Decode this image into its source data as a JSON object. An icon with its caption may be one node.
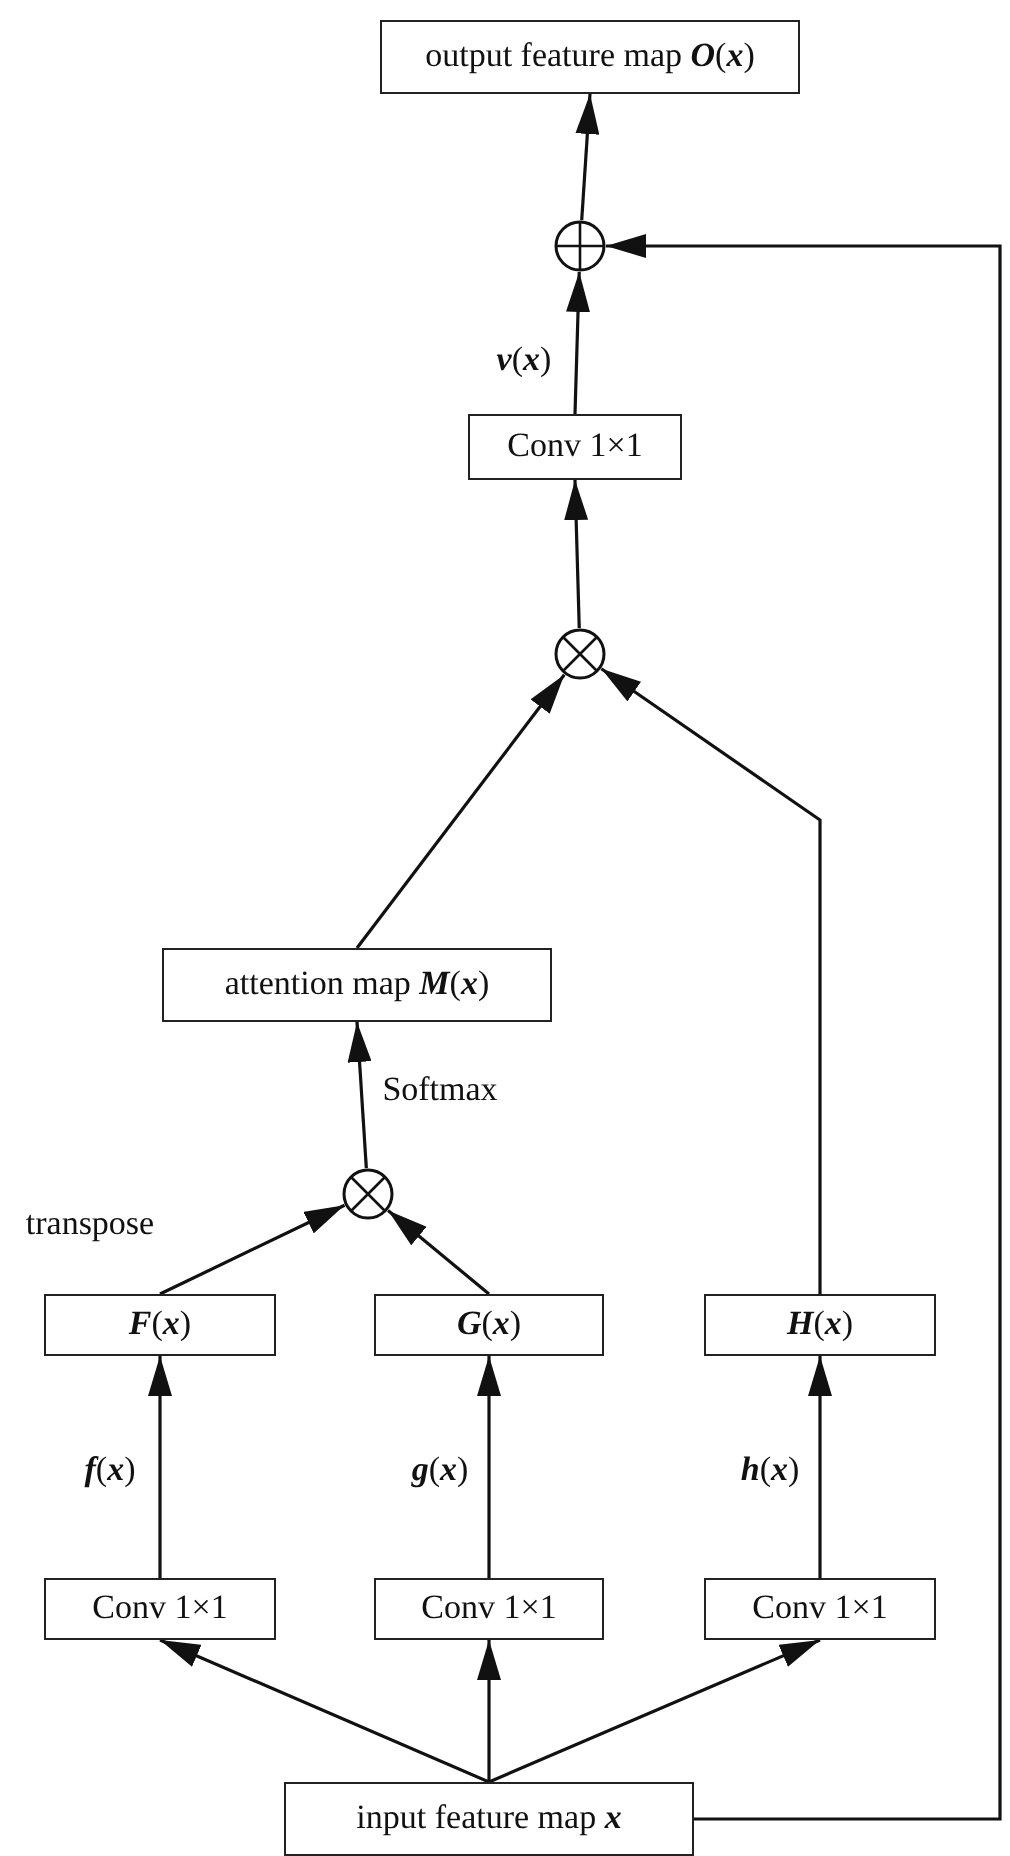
{
  "diagram": {
    "nodes": [
      {
        "text": [
          "output feature map **O**(**x**)"
        ]
      },
      {
        "text": [],
        "shape": "circle"
      },
      {
        "text": [
          "Conv 1×1"
        ]
      },
      {
        "text": [],
        "shape": "circle"
      },
      {
        "text": [
          "attention map **M**(**x**)"
        ]
      },
      {
        "text": [],
        "shape": "circle"
      },
      {
        "text": [
          "**F**(**x**)"
        ]
      },
      {
        "text": [
          "**G**(**x**)"
        ]
      },
      {
        "text": [
          "**H**(**x**)"
        ]
      },
      {
        "text": [
          "Conv 1×1"
        ]
      },
      {
        "text": [
          "Conv 1×1"
        ]
      },
      {
        "text": [
          "Conv 1×1"
        ]
      },
      {
        "text": [
          "input feature map **x**"
        ]
      }
    ],
    "edges": [
      {
        "from": 12,
        "to": 9,
        "arrow": "to"
      },
      {
        "from": 12,
        "to": 10,
        "arrow": "to"
      },
      {
        "from": 12,
        "to": 11,
        "arrow": "to"
      },
      {
        "from": 9,
        "to": 6,
        "arrow": "to",
        "label": "**f**(**x**)"
      },
      {
        "from": 10,
        "to": 7,
        "arrow": "to",
        "label": "**g**(**x**)"
      },
      {
        "from": 11,
        "to": 8,
        "arrow": "to",
        "label": "**h**(**x**)"
      },
      {
        "from": 6,
        "to": 5,
        "arrow": "to",
        "label": "transpose"
      },
      {
        "from": 7,
        "to": 5,
        "arrow": "to"
      },
      {
        "from": 5,
        "to": 4,
        "arrow": "to",
        "label": "Softmax"
      },
      {
        "from": 4,
        "to": 3,
        "arrow": "to"
      },
      {
        "from": 8,
        "to": 3,
        "arrow": "to"
      },
      {
        "from": 3,
        "to": 2,
        "arrow": "to"
      },
      {
        "from": 2,
        "to": 1,
        "arrow": "to",
        "label": "**v**(**x**)"
      },
      {
        "from": 1,
        "to": 0,
        "arrow": "to"
      },
      {
        "from": 12,
        "to": 1,
        "arrow": "to"
      }
    ]
  }
}
